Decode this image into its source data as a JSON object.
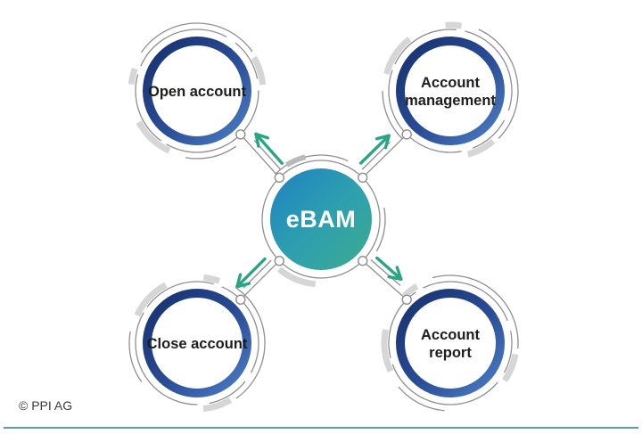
{
  "diagram": {
    "center": {
      "label": "eBAM"
    },
    "satellites": [
      {
        "id": "open-account",
        "lines": [
          "Open account"
        ]
      },
      {
        "id": "account-management",
        "lines": [
          "Account",
          "management"
        ]
      },
      {
        "id": "close-account",
        "lines": [
          "Close account"
        ]
      },
      {
        "id": "account-report",
        "lines": [
          "Account",
          "report"
        ]
      }
    ],
    "connections": [
      {
        "from": "eBAM",
        "to": "Open account",
        "direction": "outward"
      },
      {
        "from": "eBAM",
        "to": "Account management",
        "direction": "outward"
      },
      {
        "from": "eBAM",
        "to": "Close account",
        "direction": "outward"
      },
      {
        "from": "eBAM",
        "to": "Account report",
        "direction": "outward"
      }
    ]
  },
  "footer": {
    "copyright": "© PPI AG"
  },
  "colors": {
    "background": "#ffffff",
    "center_gradient_start": "#1f80c2",
    "center_gradient_mid": "#2d9fb0",
    "center_gradient_end": "#3dab8e",
    "ring_gradient_start": "#16306e",
    "ring_gradient_mid": "#2a4d96",
    "ring_gradient_end": "#4d7fc4",
    "arrow_green": "#2aa583",
    "connector_gray": "#8f8f8f",
    "deco_light_gray": "#d6d6d6",
    "deco_mid_gray": "#b9b9b9",
    "label_black": "#1d1d1b",
    "center_text": "#ffffff",
    "copyright_gray": "#3b3b39",
    "footer_line_teal": "#2c7f7a"
  }
}
